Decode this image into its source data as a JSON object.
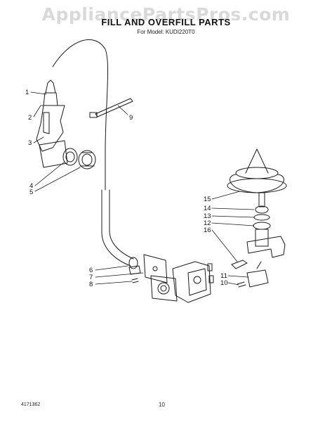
{
  "watermark": "AppliancePartsPros.com",
  "title": "FILL AND OVERFILL PARTS",
  "subtitle": "For Model: KUDI220T0",
  "footer": {
    "doc_number": "4171362",
    "page_number": "10"
  },
  "callouts": [
    {
      "id": "c1",
      "label": "1"
    },
    {
      "id": "c2",
      "label": "2"
    },
    {
      "id": "c3",
      "label": "3"
    },
    {
      "id": "c4",
      "label": "4"
    },
    {
      "id": "c5",
      "label": "5"
    },
    {
      "id": "c6",
      "label": "6"
    },
    {
      "id": "c7",
      "label": "7"
    },
    {
      "id": "c8",
      "label": "8"
    },
    {
      "id": "c9",
      "label": "9"
    },
    {
      "id": "c10",
      "label": "10"
    },
    {
      "id": "c11",
      "label": "11"
    },
    {
      "id": "c12",
      "label": "12"
    },
    {
      "id": "c13",
      "label": "13"
    },
    {
      "id": "c14",
      "label": "14"
    },
    {
      "id": "c15",
      "label": "15"
    },
    {
      "id": "c16",
      "label": "16"
    }
  ]
}
